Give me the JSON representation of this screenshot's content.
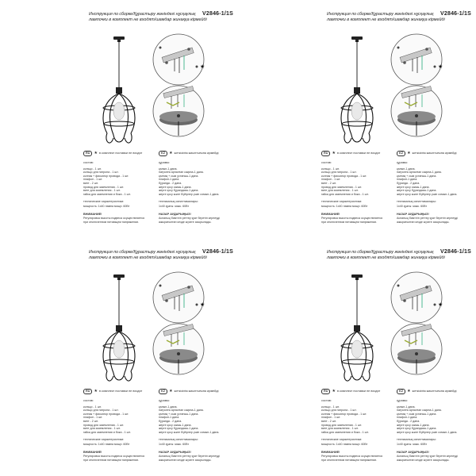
{
  "sheets": [
    {
      "header": {
        "line1": "Инструкция по сборке/Құрастыру жөніндегі нұсқаулық",
        "model": "V2846-1/1S",
        "line2": "лампочки в комплект не входят/шамдар жинаққа кірмейді"
      },
      "ru": {
        "badge": "RU",
        "legend": "в комплект поставки не входят",
        "section_title": "состав:",
        "items": [
          "кольцо - 1 шт.",
          "кольцо для патрона - 1 шт.",
          "колпак + фиксатор провода - 1 шт.",
          "плафон - 1 шт.",
          "винт - 2 шт.",
          "провод для заземления - 1 шт.",
          "винт для заземления - 1 шт.",
          "гайка для заземления и бока - 1 шт."
        ],
        "tech_title": "технические характеристики:",
        "tech_value": "мощность: 1х40 лампа мощн. 60Вт",
        "warning_title": "ВНИМАНИЕ!",
        "warning_lines": [
          "Регулировка высоты подвеса осуществляется",
          "при отключенном питающем напряжении."
        ]
      },
      "kz": {
        "badge": "KZ",
        "legend": "жеткізілім жиынтығына кірмейді",
        "section_title": "құрамы:",
        "items": [
          "қалып-1 дана.",
          "патронға арналған сақина-1 дана.",
          "қалпақ + сым ұстағыш-1 дана.",
          "плафон-1 дана.",
          "бұранда - 2 дана.",
          "жерге қосу сымы-1 дана.",
          "жерге қосу бұрандасы-1 дана.",
          "жерге қосу және бүйірлер үшін сомын-1 дана."
        ],
        "tech_title": "техникалық сипаттамалары:",
        "tech_value": "1х40 қуаты: макс. 60Вт",
        "warning_title": "НАЗАР АУДАРЫҢЫЗ!",
        "warning_lines": [
          "Аспаның биіктігін реттеу қуат беретін кернеуді",
          "ажыратылған кезде жүзеге асырылады."
        ]
      }
    },
    {
      "header": {
        "line1": "Инструкция по сборке/Құрастыру жөніндегі нұсқаулық",
        "model": "V2846-1/1S",
        "line2": "лампочки в комплект не входят/шамдар жинаққа кірмейді"
      },
      "ru": {
        "badge": "RU",
        "legend": "в комплект поставки не входят",
        "section_title": "состав:",
        "items": [
          "кольцо - 1 шт.",
          "кольцо для патрона - 1 шт.",
          "колпак + фиксатор провода - 1 шт.",
          "плафон - 1 шт.",
          "винт - 2 шт.",
          "провод для заземления - 1 шт.",
          "винт для заземления - 1 шт.",
          "гайка для заземления и бока - 1 шт."
        ],
        "tech_title": "технические характеристики:",
        "tech_value": "мощность: 1х40 лампа мощн. 60Вт",
        "warning_title": "ВНИМАНИЕ!",
        "warning_lines": [
          "Регулировка высоты подвеса осуществляется",
          "при отключенном питающем напряжении."
        ]
      },
      "kz": {
        "badge": "KZ",
        "legend": "жеткізілім жиынтығына кірмейді",
        "section_title": "құрамы:",
        "items": [
          "қалып-1 дана.",
          "патронға арналған сақина-1 дана.",
          "қалпақ + сым ұстағыш-1 дана.",
          "плафон-1 дана.",
          "бұранда - 2 дана.",
          "жерге қосу сымы-1 дана.",
          "жерге қосу бұрандасы-1 дана.",
          "жерге қосу және бүйірлер үшін сомын-1 дана."
        ],
        "tech_title": "техникалық сипаттамалары:",
        "tech_value": "1х40 қуаты: макс. 60Вт",
        "warning_title": "НАЗАР АУДАРЫҢЫЗ!",
        "warning_lines": [
          "Аспаның биіктігін реттеу қуат беретін кернеуді",
          "ажыратылған кезде жүзеге асырылады."
        ]
      }
    },
    {
      "header": {
        "line1": "Инструкция по сборке/Құрастыру жөніндегі нұсқаулық",
        "model": "V2846-1/1S",
        "line2": "лампочки в комплект не входят/шамдар жинаққа кірмейді"
      },
      "ru": {
        "badge": "RU",
        "legend": "в комплект поставки не входят",
        "section_title": "состав:",
        "items": [
          "кольцо - 1 шт.",
          "кольцо для патрона - 1 шт.",
          "колпак + фиксатор провода - 1 шт.",
          "плафон - 1 шт.",
          "винт - 2 шт.",
          "провод для заземления - 1 шт.",
          "винт для заземления - 1 шт.",
          "гайка для заземления и бока - 1 шт."
        ],
        "tech_title": "технические характеристики:",
        "tech_value": "мощность: 1х40 лампа мощн. 60Вт",
        "warning_title": "ВНИМАНИЕ!",
        "warning_lines": [
          "Регулировка высоты подвеса осуществляется",
          "при отключенном питающем напряжении."
        ]
      },
      "kz": {
        "badge": "KZ",
        "legend": "жеткізілім жиынтығына кірмейді",
        "section_title": "құрамы:",
        "items": [
          "қалып-1 дана.",
          "патронға арналған сақина-1 дана.",
          "қалпақ + сым ұстағыш-1 дана.",
          "плафон-1 дана.",
          "бұранда - 2 дана.",
          "жерге қосу сымы-1 дана.",
          "жерге қосу бұрандасы-1 дана.",
          "жерге қосу және бүйірлер үшін сомын-1 дана."
        ],
        "tech_title": "техникалық сипаттамалары:",
        "tech_value": "1х40 қуаты: макс. 60Вт",
        "warning_title": "НАЗАР АУДАРЫҢЫЗ!",
        "warning_lines": [
          "Аспаның биіктігін реттеу қуат беретін кернеуді",
          "ажыратылған кезде жүзеге асырылады."
        ]
      }
    },
    {
      "header": {
        "line1": "Инструкция по сборке/Құрастыру жөніндегі нұсқаулық",
        "model": "V2846-1/1S",
        "line2": "лампочки в комплект не входят/шамдар жинаққа кірмейді"
      },
      "ru": {
        "badge": "RU",
        "legend": "в комплект поставки не входят",
        "section_title": "состав:",
        "items": [
          "кольцо - 1 шт.",
          "кольцо для патрона - 1 шт.",
          "колпак + фиксатор провода - 1 шт.",
          "плафон - 1 шт.",
          "винт - 2 шт.",
          "провод для заземления - 1 шт.",
          "винт для заземления - 1 шт.",
          "гайка для заземления и бока - 1 шт."
        ],
        "tech_title": "технические характеристики:",
        "tech_value": "мощность: 1х40 лампа мощн. 60Вт",
        "warning_title": "ВНИМАНИЕ!",
        "warning_lines": [
          "Регулировка высоты подвеса осуществляется",
          "при отключенном питающем напряжении."
        ]
      },
      "kz": {
        "badge": "KZ",
        "legend": "жеткізілім жиынтығына кірмейді",
        "section_title": "құрамы:",
        "items": [
          "қалып-1 дана.",
          "патронға арналған сақина-1 дана.",
          "қалпақ + сым ұстағыш-1 дана.",
          "плафон-1 дана.",
          "бұранда - 2 дана.",
          "жерге қосу сымы-1 дана.",
          "жерге қосу бұрандасы-1 дана.",
          "жерге қосу және бүйірлер үшін сомын-1 дана."
        ],
        "tech_title": "техникалық сипаттамалары:",
        "tech_value": "1х40 қуаты: макс. 60Вт",
        "warning_title": "НАЗАР АУДАРЫҢЫЗ!",
        "warning_lines": [
          "Аспаның биіктігін реттеу қуат беретін кернеуді",
          "ажыратылған кезде жүзеге асырылады."
        ]
      }
    }
  ],
  "icons": {
    "star": "★",
    "lamp": "pendant-lamp-illustration",
    "mount": "mounting-plate-detail",
    "canopy": "canopy-detail"
  }
}
